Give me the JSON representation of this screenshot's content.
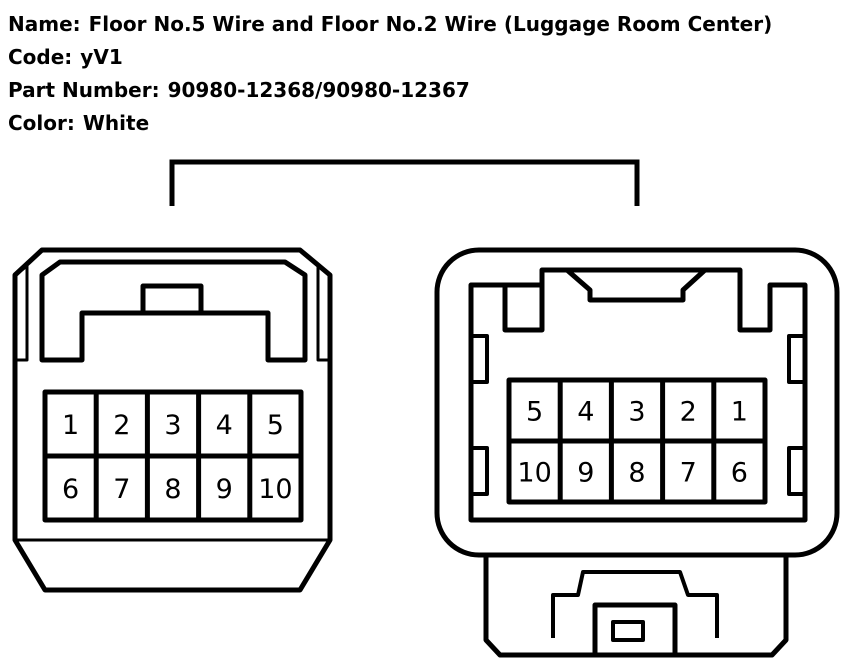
{
  "info": {
    "name_label": "Name:",
    "name_value": "Floor No.5 Wire and Floor No.2 Wire (Luggage Room Center)",
    "code_label": "Code:",
    "code_value": "yV1",
    "part_label": "Part Number:",
    "part_value": "90980-12368/90980-12367",
    "color_label": "Color:",
    "color_value": "White"
  },
  "left_connector": {
    "pins_top": [
      "1",
      "2",
      "3",
      "4",
      "5"
    ],
    "pins_bottom": [
      "6",
      "7",
      "8",
      "9",
      "10"
    ]
  },
  "right_connector": {
    "pins_top": [
      "5",
      "4",
      "3",
      "2",
      "1"
    ],
    "pins_bottom": [
      "10",
      "9",
      "8",
      "7",
      "6"
    ]
  },
  "colors": {
    "stroke": "#000000",
    "background": "#ffffff"
  }
}
